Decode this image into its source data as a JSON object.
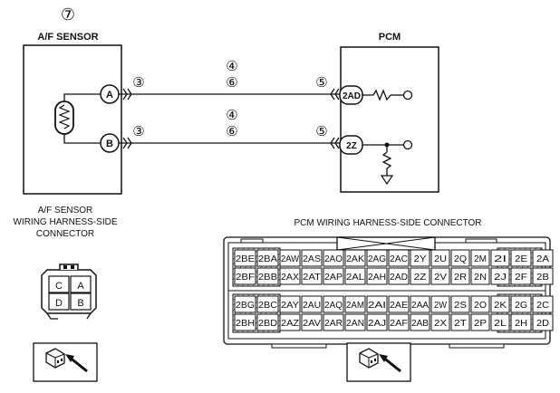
{
  "title_number": "⑦",
  "af_sensor": {
    "title": "A/F SENSOR",
    "pins": [
      "A",
      "B"
    ]
  },
  "pcm": {
    "title": "PCM",
    "pins": [
      "2AD",
      "2Z"
    ]
  },
  "wire_callouts": {
    "left_a": "③",
    "left_b": "③",
    "mid_a_top": "④",
    "mid_a_bottom": "⑥",
    "mid_b_top": "④",
    "mid_b_bottom": "⑥",
    "right_a": "⑤",
    "right_b": "⑤"
  },
  "af_connector": {
    "caption_lines": [
      "A/F SENSOR",
      "WIRING HARNESS-SIDE",
      "CONNECTOR"
    ],
    "terminals": [
      "C",
      "A",
      "D",
      "B"
    ]
  },
  "pcm_connector": {
    "caption": "PCM WIRING HARNESS-SIDE CONNECTOR",
    "row1": [
      "2BE",
      "2BA",
      "2AW",
      "2AS",
      "2AO",
      "2AK",
      "2AG",
      "2AC",
      "2Y",
      "2U",
      "2Q",
      "2M",
      "2I",
      "2E",
      "2A"
    ],
    "row2": [
      "2BF",
      "2BB",
      "2AX",
      "2AT",
      "2AP",
      "2AL",
      "2AH",
      "2AD",
      "2Z",
      "2V",
      "2R",
      "2N",
      "2J",
      "2F",
      "2B"
    ],
    "row3": [
      "2BG",
      "2BC",
      "2AY",
      "2AU",
      "2AQ",
      "2AM",
      "2AI",
      "2AE",
      "2AA",
      "2W",
      "2S",
      "2O",
      "2K",
      "2G",
      "2C"
    ],
    "row4": [
      "2BH",
      "2BD",
      "2AZ",
      "2AV",
      "2AR",
      "2AN",
      "2AJ",
      "2AF",
      "2AB",
      "2X",
      "2T",
      "2P",
      "2L",
      "2H",
      "2D"
    ]
  }
}
